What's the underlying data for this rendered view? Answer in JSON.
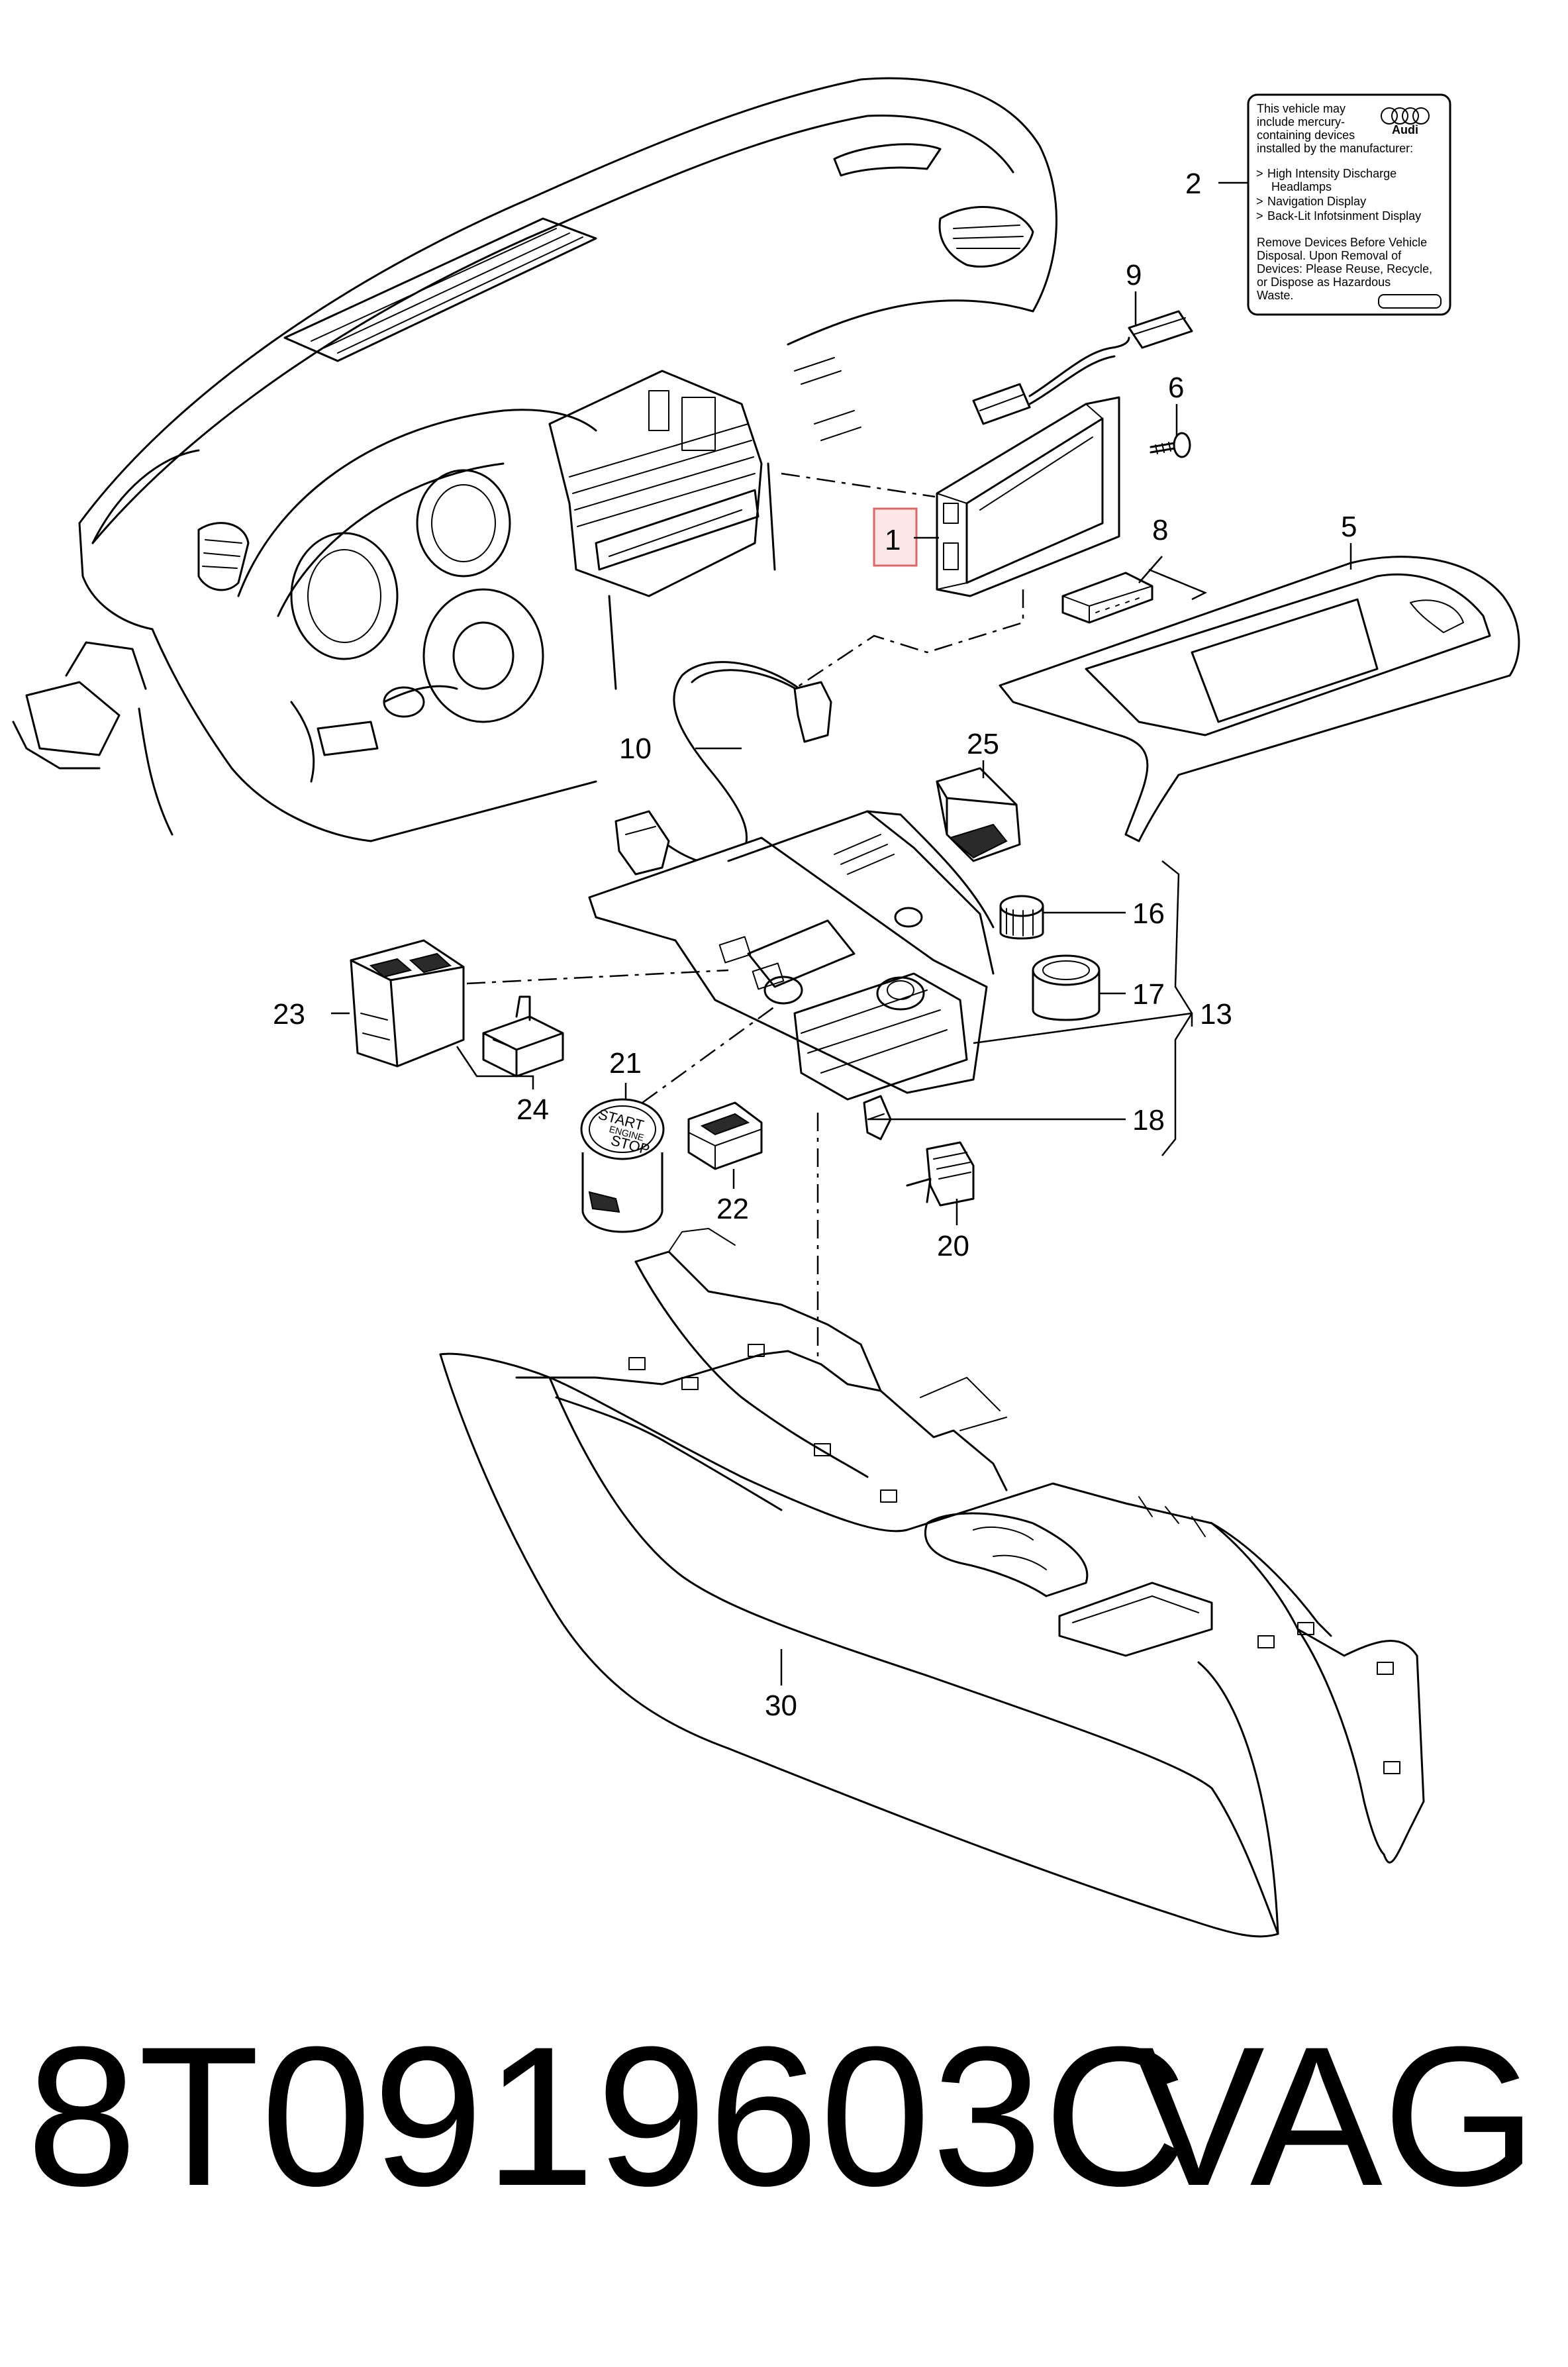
{
  "sticker": {
    "brand": "Audi",
    "intro": [
      "This vehicle may",
      "include mercury-",
      "containing devices",
      "installed by the manufacturer:"
    ],
    "items": [
      "High Intensity Discharge",
      "Headlamps",
      "Navigation Display",
      "Back-Lit Infotsinment Display"
    ],
    "footer": [
      "Remove Devices Before Vehicle",
      "Disposal. Upon Removal of",
      "Devices: Please Reuse, Recycle,",
      "or Dispose as Hazardous",
      "Waste."
    ]
  },
  "start_button": {
    "line1": "START",
    "line2": "ENGINE",
    "line3": "STOP"
  },
  "callouts": {
    "c1": "1",
    "c2": "2",
    "c5": "5",
    "c6": "6",
    "c8": "8",
    "c9": "9",
    "c10": "10",
    "c13": "13",
    "c16": "16",
    "c17": "17",
    "c18": "18",
    "c20": "20",
    "c21": "21",
    "c22": "22",
    "c23": "23",
    "c24": "24",
    "c25": "25",
    "c30": "30"
  },
  "highlight_color": "#e06666",
  "footer": {
    "part_number": "8T0919603C",
    "manufacturer": "VAG"
  }
}
